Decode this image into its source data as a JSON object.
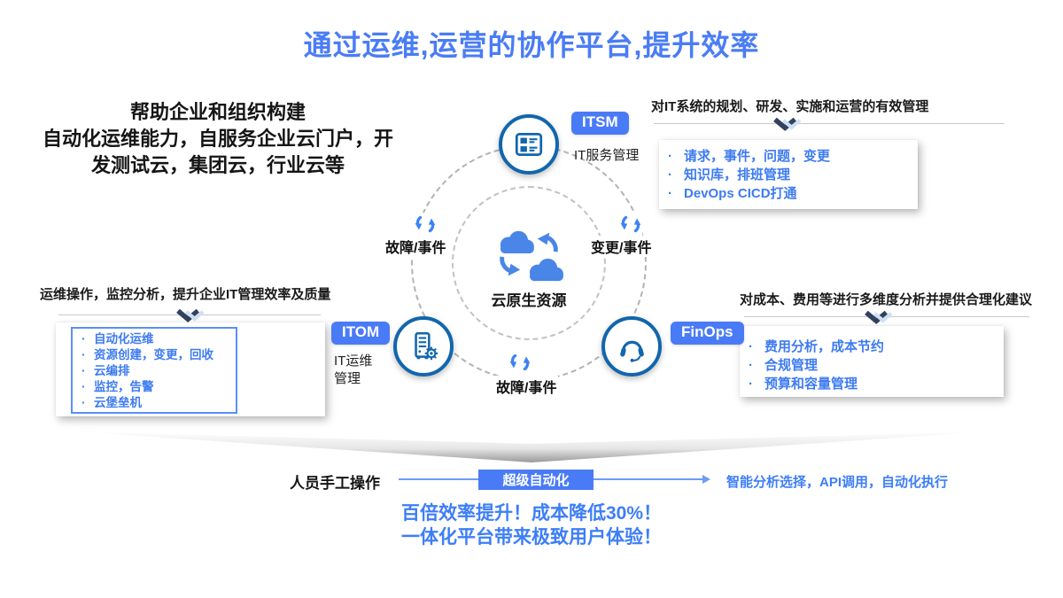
{
  "colors": {
    "title_blue": "#4a7cf5",
    "badge_blue": "#4a7bf7",
    "bullet_blue": "#3d7bf0",
    "node_border_blue": "#1166ad",
    "cloud_blue": "#4a86e8",
    "flow_line_blue": "#6b9bf5"
  },
  "title": "通过运维,运营的协作平台,提升效率",
  "intro": {
    "line1": "帮助企业和组织构建",
    "line2": "自动化运维能力，自服务企业云门户，开",
    "line3": "发测试云，集团云，行业云等"
  },
  "panels": {
    "itsm": {
      "header": "对IT系统的规划、研发、实施和运营的有效管理",
      "bullets": [
        "请求，事件，问题，变更",
        "知识库，排班管理",
        "DevOps CICD打通"
      ]
    },
    "itom": {
      "header": "运维操作，监控分析，提升企业IT管理效率及质量",
      "bullets": [
        "自动化运维",
        "资源创建，变更，回收",
        "云编排",
        "监控，告警",
        "云堡垒机"
      ]
    },
    "finops": {
      "header": "对成本、费用等进行多维度分析并提供合理化建议",
      "bullets": [
        "费用分析，成本节约",
        "合规管理",
        "预算和容量管理"
      ]
    }
  },
  "diagram": {
    "center_label": "云原生资源",
    "center_icon": "cloud-sync-icon",
    "nodes": {
      "itsm": {
        "badge": "ITSM",
        "subtitle": "IT服务管理",
        "icon": "service-catalog-icon"
      },
      "itom": {
        "badge": "ITOM",
        "subtitle_line1": "IT运维",
        "subtitle_line2": "管理",
        "icon": "server-gear-icon"
      },
      "finops": {
        "badge": "FinOps",
        "icon": "headset-icon"
      }
    },
    "edges": {
      "left": "故障/事件",
      "right": "变更/事件",
      "bottom": "故障/事件",
      "edge_icon": "sync-arrows-icon"
    }
  },
  "flow": {
    "left_label": "人员手工操作",
    "badge": "超级自动化",
    "right_label": "智能分析选择，API调用，自动化执行"
  },
  "slogan": {
    "line1": "百倍效率提升！成本降低30%！",
    "line2": "一体化平台带来极致用户体验！"
  }
}
